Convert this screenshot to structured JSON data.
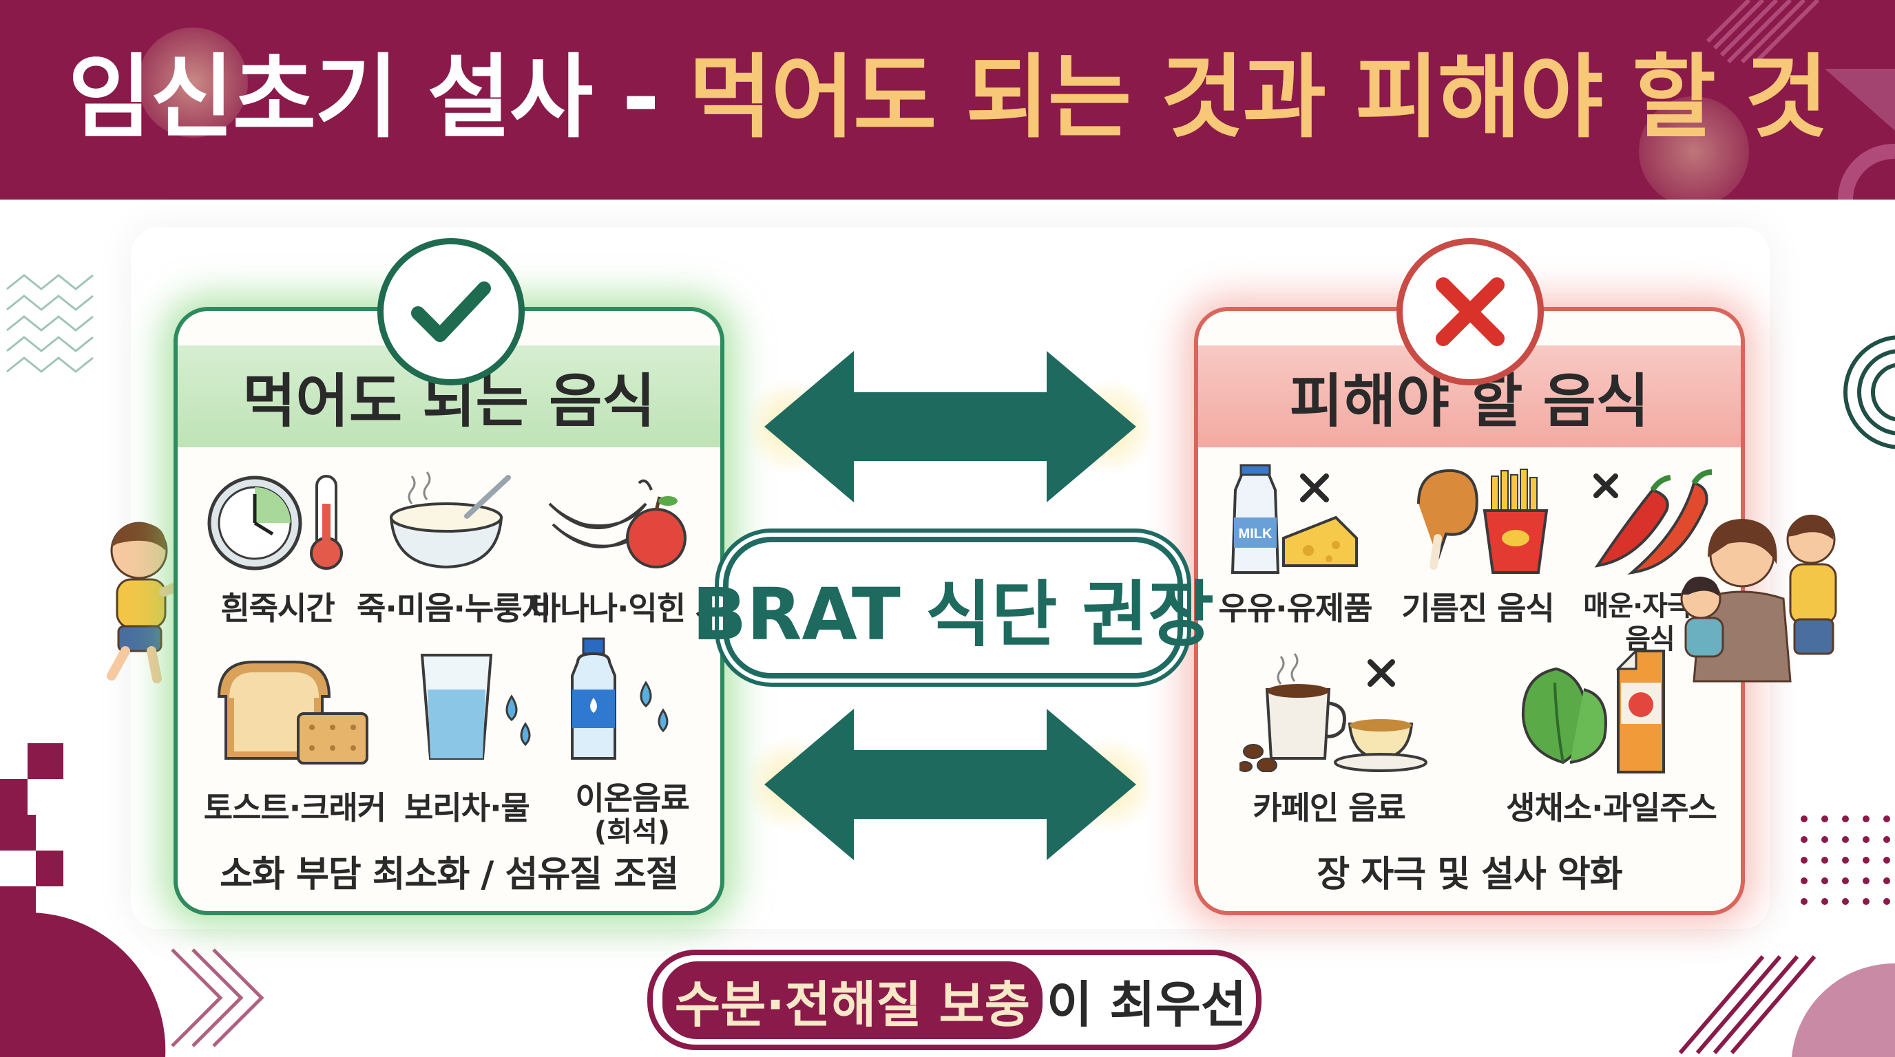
{
  "header": {
    "title_white": "임신초기 설사 - ",
    "title_yellow": "먹어도 되는 것과 피해야 할 것",
    "background_color": "#8a1a4a",
    "accent_color": "#f7c877"
  },
  "good_panel": {
    "title": "먹어도 되는 음식",
    "badge_icon": "check-icon",
    "items": [
      {
        "label": "흰죽시간",
        "icon": "clock-thermometer-icon"
      },
      {
        "label": "죽·미음·누룽지",
        "icon": "porridge-bowl-icon"
      },
      {
        "label": "바나나·익힌 사과",
        "icon": "banana-apple-icon"
      },
      {
        "label": "토스트·크래커",
        "icon": "toast-cracker-icon"
      },
      {
        "label": "보리차·물",
        "icon": "water-glass-icon"
      },
      {
        "label": "이온음료",
        "sublabel": "(희석)",
        "icon": "ion-drink-bottle-icon"
      }
    ],
    "footer": "소화 부담 최소화 / 섬유질 조절",
    "border_color": "#2e8a5f"
  },
  "bad_panel": {
    "title": "피해야 할 음식",
    "badge_icon": "x-icon",
    "items": [
      {
        "label": "우유·유제품",
        "icon": "milk-cheese-icon"
      },
      {
        "label": "기름진 음식",
        "icon": "fried-food-icon"
      },
      {
        "label": "매운·자극적",
        "sublabel": "음식",
        "icon": "chili-pepper-icon"
      },
      {
        "label": "카페인 음료",
        "icon": "coffee-tea-icon"
      },
      {
        "label": "생채소·과일주스",
        "icon": "vegetable-juice-icon"
      }
    ],
    "footer": "장 자극 및 설사 악화",
    "border_color": "#d9655c",
    "milk_text": "MILK"
  },
  "center": {
    "brat_label": "BRAT 식단 권장",
    "color": "#1e6a5e"
  },
  "bottom": {
    "highlight": "수분·전해질 보충",
    "rest": "이 최우선"
  }
}
